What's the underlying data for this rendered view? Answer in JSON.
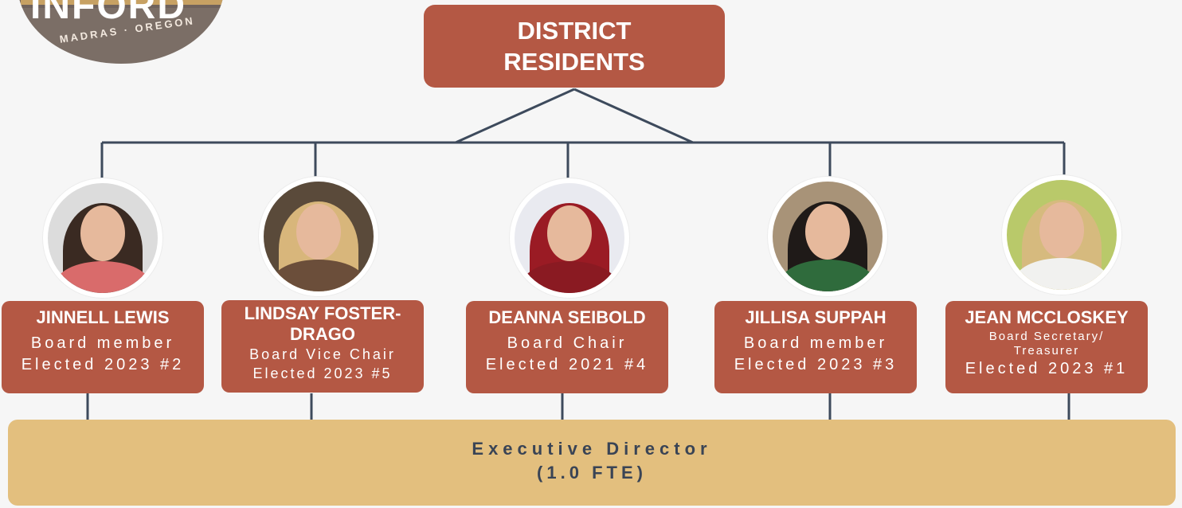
{
  "logo": {
    "word": "INFORD",
    "location": "MADRAS · OREGON"
  },
  "top": {
    "label": "DISTRICT RESIDENTS"
  },
  "members": [
    {
      "name": "JINNELL LEWIS",
      "role": "Board member",
      "elected": "Elected 2023 #2",
      "hair": "#3a2a22",
      "shirt": "#d96b6b",
      "bg": "#dcdcdc"
    },
    {
      "name": "LINDSAY FOSTER-DRAGO",
      "role": "Board Vice Chair",
      "elected": "Elected 2023 #5",
      "hair": "#d8b67b",
      "shirt": "#6b4e3a",
      "bg": "#5a4a3a"
    },
    {
      "name": "DEANNA SEIBOLD",
      "role": "Board Chair",
      "elected": "Elected 2021 #4",
      "hair": "#9a1b24",
      "shirt": "#8a1a22",
      "bg": "#e9eaf0"
    },
    {
      "name": "JILLISA SUPPAH",
      "role": "Board member",
      "elected": "Elected 2023 #3",
      "hair": "#1f1a18",
      "shirt": "#2f6b3c",
      "bg": "#a89378"
    },
    {
      "name": "JEAN MCCLOSKEY",
      "role": "Board Secretary/ Treasurer",
      "elected": "Elected 2023 #1",
      "hair": "#d6ba7e",
      "shirt": "#f1f1ef",
      "bg": "#b9c96a"
    }
  ],
  "executive": {
    "title": "Executive Director",
    "fte": "(1.0 FTE)"
  },
  "colors": {
    "accent": "#b45844",
    "executive_fill": "#e3bf7e",
    "line": "#3d4a5c",
    "background": "#f6f6f6"
  }
}
